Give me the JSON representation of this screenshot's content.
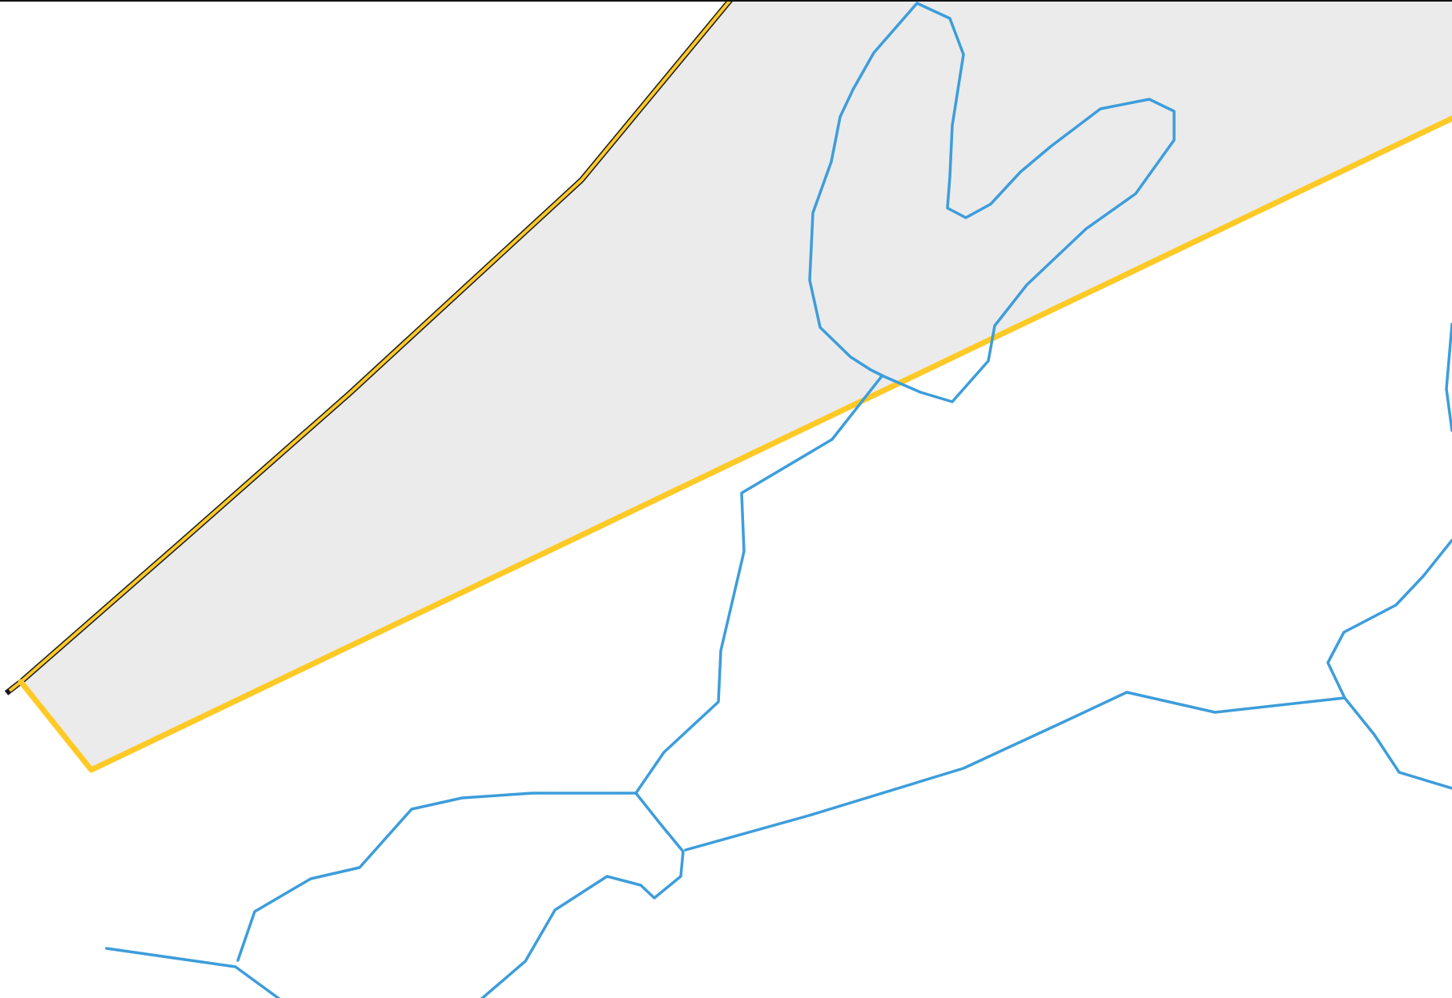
{
  "map": {
    "colors": {
      "background": "#ffffff",
      "highlight_fill": "#ebebeb",
      "boundary": "#ffc926",
      "boundary_casing": "#1a1a1a",
      "water": "#3d9ddb",
      "frame": "#111111"
    },
    "layers": [
      {
        "id": "highlighted-zone",
        "kind": "filled-area"
      },
      {
        "id": "boundary-lines",
        "kind": "yellow-line"
      },
      {
        "id": "waterways",
        "kind": "blue-line"
      }
    ]
  }
}
